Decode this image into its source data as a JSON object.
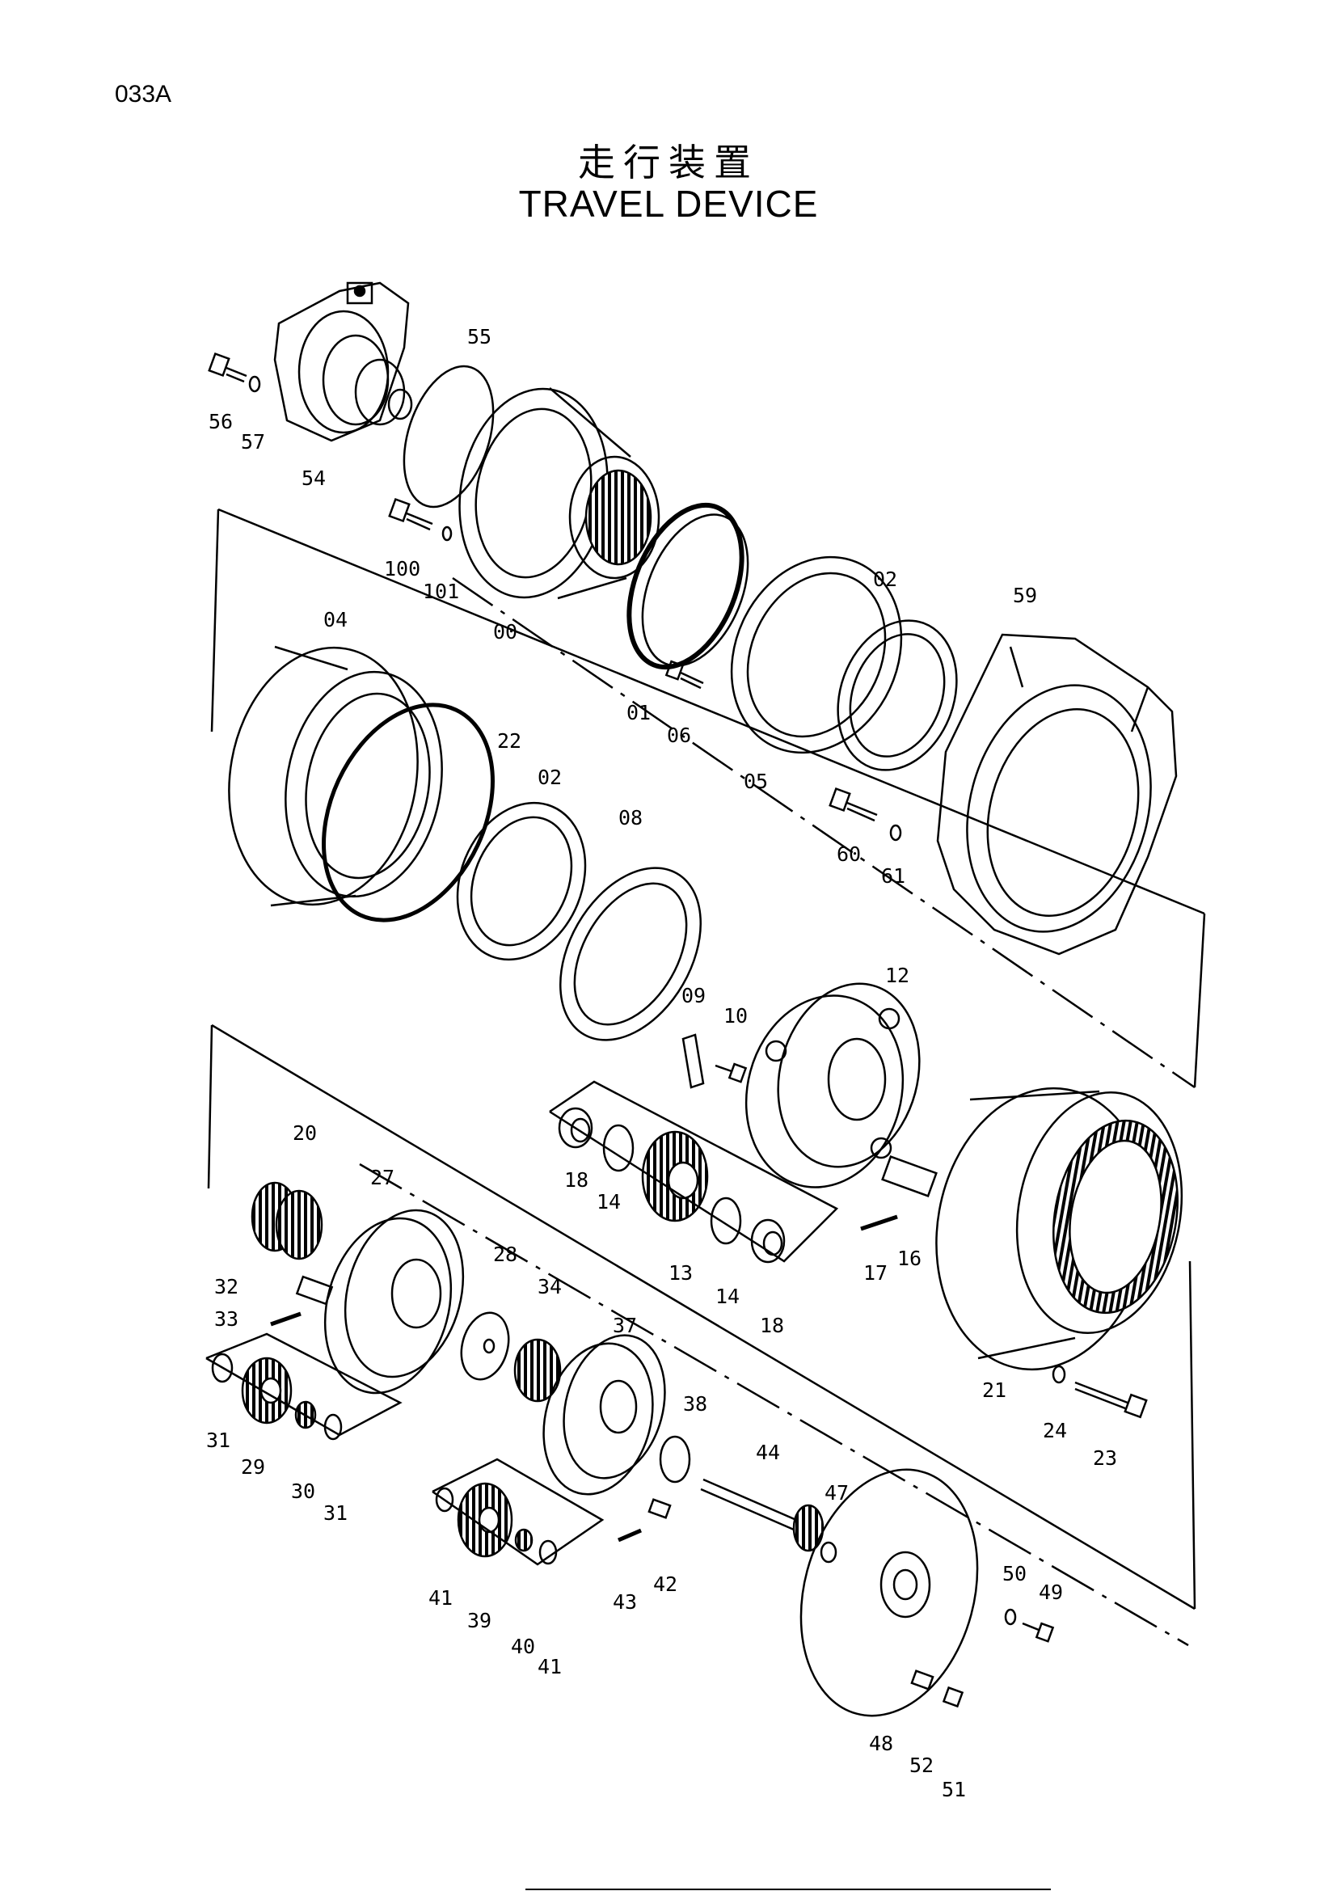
{
  "page_code": "033A",
  "title_jp": "走行装置",
  "title_en": "TRAVEL  DEVICE",
  "part_labels": {
    "p55": "55",
    "p56": "56",
    "p57": "57",
    "p54": "54",
    "p100": "100",
    "p101": "101",
    "p00": "00",
    "p01": "01",
    "p06": "06",
    "p05": "05",
    "p02a": "02",
    "p59": "59",
    "p04": "04",
    "p22": "22",
    "p02b": "02",
    "p08": "08",
    "p60": "60",
    "p61": "61",
    "p09": "09",
    "p10": "10",
    "p12": "12",
    "p20": "20",
    "p27": "27",
    "p18a": "18",
    "p14a": "14",
    "p13": "13",
    "p14b": "14",
    "p18b": "18",
    "p17": "17",
    "p16": "16",
    "p28": "28",
    "p34": "34",
    "p32": "32",
    "p33": "33",
    "p31a": "31",
    "p29": "29",
    "p30": "30",
    "p31b": "31",
    "p37": "37",
    "p38": "38",
    "p21": "21",
    "p24": "24",
    "p23": "23",
    "p44": "44",
    "p47": "47",
    "p41a": "41",
    "p39": "39",
    "p40": "40",
    "p41b": "41",
    "p43": "43",
    "p42": "42",
    "p50": "50",
    "p49": "49",
    "p48": "48",
    "p52": "52",
    "p51": "51"
  }
}
